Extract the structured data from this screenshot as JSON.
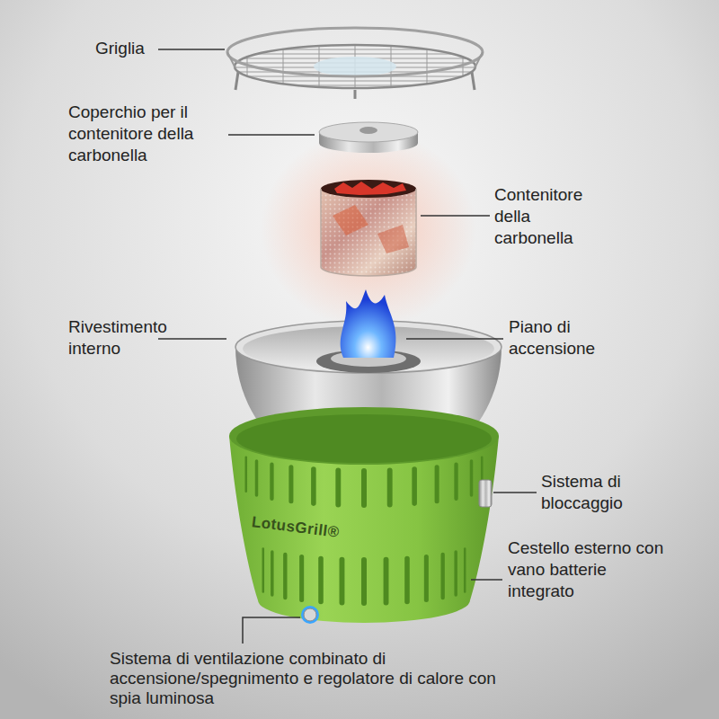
{
  "diagram": {
    "labels": [
      "Griglia",
      "Coperchio per il contenitore della carbonella",
      "Contenitore della carbonella",
      "Rivestimento interno",
      "Piano di accensione",
      "LotusGrill®",
      "Sistema di bloccaggio",
      "Cestello esterno con vano batterie integrato",
      "Sistema di ventilazione combinato di accensione/spegnimento e regolatore di calore con spia luminosa"
    ]
  }
}
